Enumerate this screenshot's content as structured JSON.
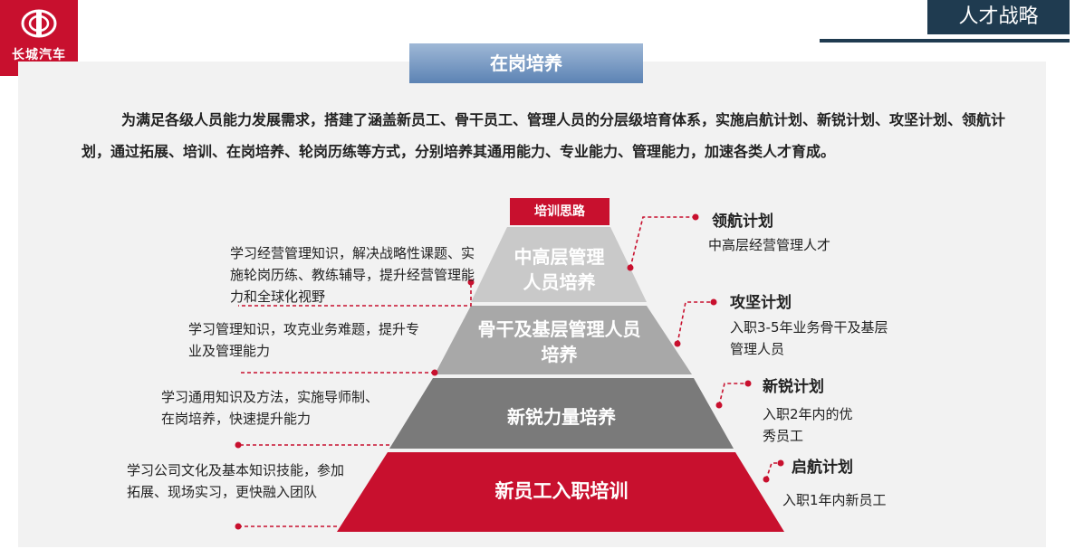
{
  "brand": {
    "logo_text": "长城汽车",
    "color": "#c8102e"
  },
  "header": {
    "tab_label": "人才战略",
    "color": "#1f3b50"
  },
  "title": "在岗培养",
  "intro": "为满足各级人员能力发展需求，搭建了涵盖新员工、骨干员工、管理人员的分层级培育体系，实施启航计划、新锐计划、攻坚计划、领航计划，通过拓展、培训、在岗培养、轮岗历练等方式，分别培养其通用能力、专业能力、管理能力，加速各类人才育成。",
  "approach_label": "培训思路",
  "tiers": [
    {
      "title": "中高层管理人员培养",
      "color": "#c9c9c9",
      "description": "学习经营管理知识，解决战略性课题、实施轮岗历练、教练辅导，提升经营管理能力和全球化视野",
      "plan": "领航计划",
      "target": "中高层经营管理人才"
    },
    {
      "title": "骨干及基层管理人员培养",
      "color": "#a8a8a8",
      "description": "学习管理知识，攻克业务难题，提升专业及管理能力",
      "plan": "攻坚计划",
      "target": "入职3-5年业务骨干及基层管理人员"
    },
    {
      "title": "新锐力量培养",
      "color": "#7a7a7a",
      "description": "学习通用知识及方法，实施导师制、在岗培养，快速提升能力",
      "plan": "新锐计划",
      "target": "入职2年内的优秀员工"
    },
    {
      "title": "新员工入职培训",
      "color": "#c8102e",
      "description": "学习公司文化及基本知识技能，参加拓展、现场实习，更快融入团队",
      "plan": "启航计划",
      "target": "入职1年内新员工"
    }
  ]
}
